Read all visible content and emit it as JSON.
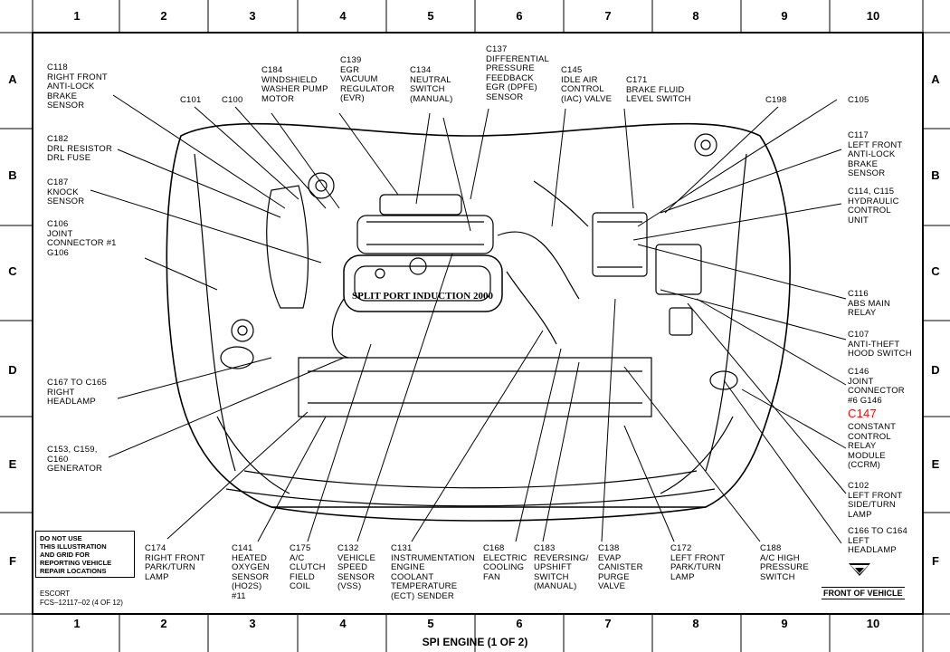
{
  "columns": [
    "1",
    "2",
    "3",
    "4",
    "5",
    "6",
    "7",
    "8",
    "9",
    "10"
  ],
  "rows": [
    "A",
    "B",
    "C",
    "D",
    "E",
    "F"
  ],
  "caption": "SPI ENGINE (1 OF 2)",
  "notice": [
    "DO NOT USE",
    "THIS ILLUSTRATION",
    "AND GRID FOR",
    "REPORTING VEHICLE",
    "REPAIR LOCATIONS"
  ],
  "figure_id": [
    "ESCORT",
    "FCS–12117–02 (4 OF 12)"
  ],
  "front_label": "FRONT OF VEHICLE",
  "engine_text": [
    "SPLIT PORT INDUCTION 2000"
  ],
  "highlight_color": "#e3120b",
  "labels": {
    "c118": [
      "C118",
      "RIGHT FRONT",
      "ANTI-LOCK",
      "BRAKE",
      "SENSOR"
    ],
    "c101": [
      "C101"
    ],
    "c100": [
      "C100"
    ],
    "c184": [
      "C184",
      "WINDSHIELD",
      "WASHER PUMP",
      "MOTOR"
    ],
    "c139": [
      "C139",
      "EGR",
      "VACUUM",
      "REGULATOR",
      "(EVR)"
    ],
    "c134": [
      "C134",
      "NEUTRAL",
      "SWITCH",
      "(MANUAL)"
    ],
    "c137": [
      "C137",
      "DIFFERENTIAL",
      "PRESSURE",
      "FEEDBACK",
      "EGR (DPFE)",
      "SENSOR"
    ],
    "c145": [
      "C145",
      "IDLE AIR",
      "CONTROL",
      "(IAC) VALVE"
    ],
    "c171": [
      "C171",
      "BRAKE FLUID",
      "LEVEL SWITCH"
    ],
    "c198": [
      "C198"
    ],
    "c105": [
      "C105"
    ],
    "c182": [
      "C182",
      "DRL RESISTOR",
      "DRL FUSE"
    ],
    "c187": [
      "C187",
      "KNOCK",
      "SENSOR"
    ],
    "c106": [
      "C106",
      "JOINT",
      "CONNECTOR #1",
      "G106"
    ],
    "c117": [
      "C117",
      "LEFT FRONT",
      "ANTI-LOCK",
      "BRAKE",
      "SENSOR"
    ],
    "c114": [
      "C114, C115",
      "HYDRAULIC",
      "CONTROL",
      "UNIT"
    ],
    "c116": [
      "C116",
      "ABS MAIN",
      "RELAY"
    ],
    "c107": [
      "C107",
      "ANTI-THEFT",
      "HOOD SWITCH"
    ],
    "c146": [
      "C146",
      "JOINT",
      "CONNECTOR",
      "#6 G146"
    ],
    "c147": [
      "C147"
    ],
    "ccrm": [
      "CONSTANT",
      "CONTROL",
      "RELAY",
      "MODULE",
      "(CCRM)"
    ],
    "c102": [
      "C102",
      "LEFT FRONT",
      "SIDE/TURN",
      "LAMP"
    ],
    "c166": [
      "C166 TO C164",
      "LEFT",
      "HEADLAMP"
    ],
    "c167": [
      "C167 TO C165",
      "RIGHT",
      "HEADLAMP"
    ],
    "c153": [
      "C153, C159,",
      "C160",
      "GENERATOR"
    ],
    "c174": [
      "C174",
      "RIGHT FRONT",
      "PARK/TURN",
      "LAMP"
    ],
    "c141": [
      "C141",
      "HEATED",
      "OXYGEN",
      "SENSOR",
      "(HO2S)",
      "#11"
    ],
    "c175": [
      "C175",
      "A/C",
      "CLUTCH",
      "FIELD",
      "COIL"
    ],
    "c132": [
      "C132",
      "VEHICLE",
      "SPEED",
      "SENSOR",
      "(VSS)"
    ],
    "c131": [
      "C131",
      "INSTRUMENTATION",
      "ENGINE",
      "COOLANT",
      "TEMPERATURE",
      "(ECT) SENDER"
    ],
    "c168": [
      "C168",
      "ELECTRIC",
      "COOLING",
      "FAN"
    ],
    "c183": [
      "C183",
      "REVERSING/",
      "UPSHIFT",
      "SWITCH",
      "(MANUAL)"
    ],
    "c138": [
      "C138",
      "EVAP",
      "CANISTER",
      "PURGE",
      "VALVE"
    ],
    "c172": [
      "C172",
      "LEFT FRONT",
      "PARK/TURN",
      "LAMP"
    ],
    "c188": [
      "C188",
      "A/C HIGH",
      "PRESSURE",
      "SWITCH"
    ]
  }
}
